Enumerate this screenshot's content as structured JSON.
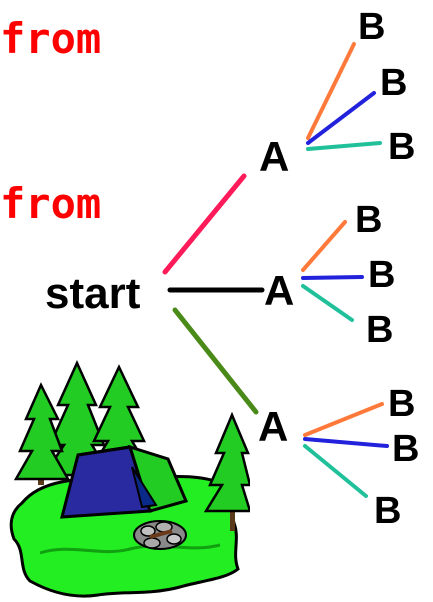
{
  "text_fragments": [
    "from",
    "from"
  ],
  "tree": {
    "root": "start",
    "level1": [
      "A",
      "A",
      "A"
    ],
    "level2": [
      [
        "B",
        "B",
        "B"
      ],
      [
        "B",
        "B",
        "B"
      ],
      [
        "B",
        "B",
        "B"
      ]
    ]
  },
  "colors": {
    "fragment_text": "#ff0000",
    "root_to_A_edges": [
      "#ff1a5a",
      "#000000",
      "#4a8a18"
    ],
    "A_to_B_edges": [
      "#ff7a3a",
      "#2222dd",
      "#20c09a"
    ]
  },
  "illustration": {
    "name": "campsite-clipart",
    "elements": [
      "pine-trees",
      "tent",
      "grass",
      "campfire-stones"
    ]
  }
}
